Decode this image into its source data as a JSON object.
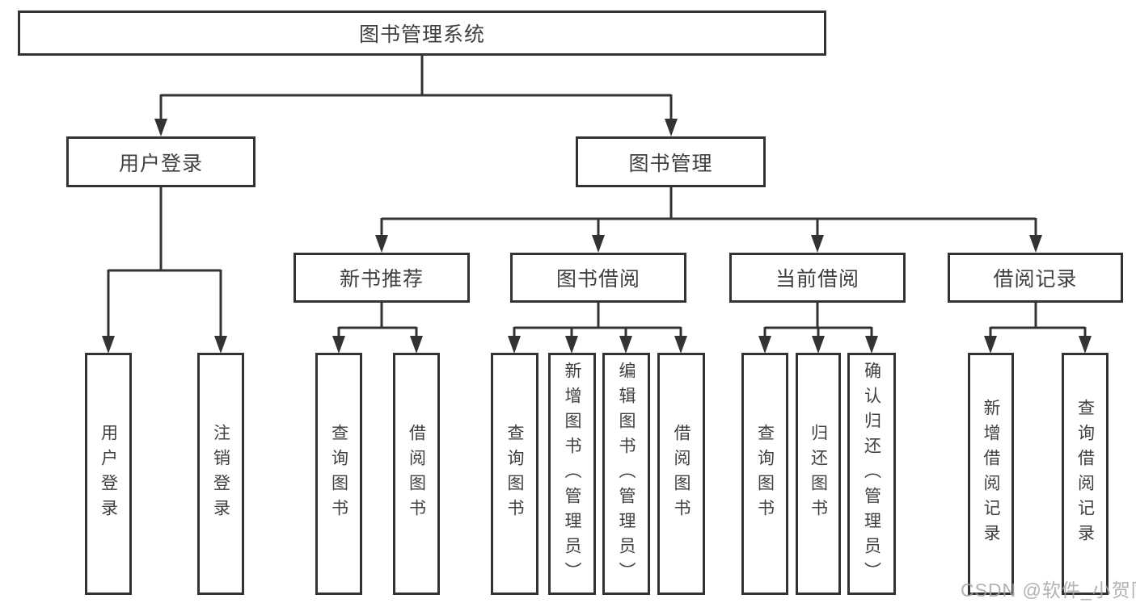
{
  "diagram_title": "图书管理系统",
  "tree": {
    "label": "图书管理系统",
    "children": [
      {
        "label": "用户登录",
        "children": [
          {
            "label": "用户登录"
          },
          {
            "label": "注销登录"
          }
        ]
      },
      {
        "label": "图书管理",
        "children": [
          {
            "label": "新书推荐",
            "children": [
              {
                "label": "查询图书"
              },
              {
                "label": "借阅图书"
              }
            ]
          },
          {
            "label": "图书借阅",
            "children": [
              {
                "label": "查询图书"
              },
              {
                "label": "新增图书（管理员）"
              },
              {
                "label": "编辑图书（管理员）"
              },
              {
                "label": "借阅图书"
              }
            ]
          },
          {
            "label": "当前借阅",
            "children": [
              {
                "label": "查询图书"
              },
              {
                "label": "归还图书"
              },
              {
                "label": "确认归还（管理员）"
              }
            ]
          },
          {
            "label": "借阅记录",
            "children": [
              {
                "label": "新增借阅记录"
              },
              {
                "label": "查询借阅记录"
              }
            ]
          }
        ]
      }
    ]
  },
  "watermark": "CSDN @软件_小贺同学",
  "colors": {
    "line": "#333333",
    "text": "#404040",
    "background": "#ffffff",
    "watermark": "#a5a5a5"
  }
}
